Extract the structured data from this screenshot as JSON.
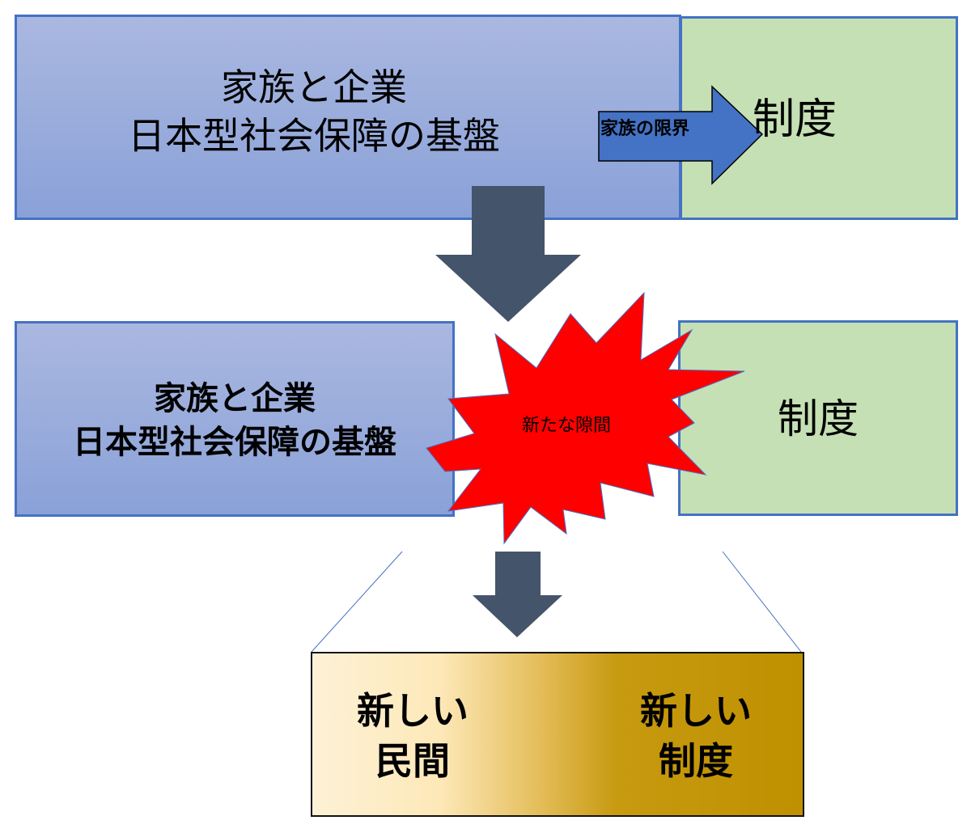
{
  "top_row": {
    "main_box": {
      "line1": "家族と企業",
      "line2": "日本型社会保障の基盤"
    },
    "side_box": {
      "label": "制度"
    },
    "arrow_label": "家族の限界"
  },
  "middle_row": {
    "main_box": {
      "line1": "家族と企業",
      "line2": "日本型社会保障の基盤"
    },
    "burst_label": "新たな隙間",
    "side_box": {
      "label": "制度"
    }
  },
  "bottom_row": {
    "left": {
      "line1": "新しい",
      "line2": "民間"
    },
    "right": {
      "line1": "新しい",
      "line2": "制度"
    }
  },
  "colors": {
    "blue_box": "#8aa1d8",
    "green_box": "#c5e0b4",
    "border_blue": "#4472c4",
    "down_arrow": "#44546a",
    "burst": "#ff0000",
    "gold": "#bf9000"
  }
}
